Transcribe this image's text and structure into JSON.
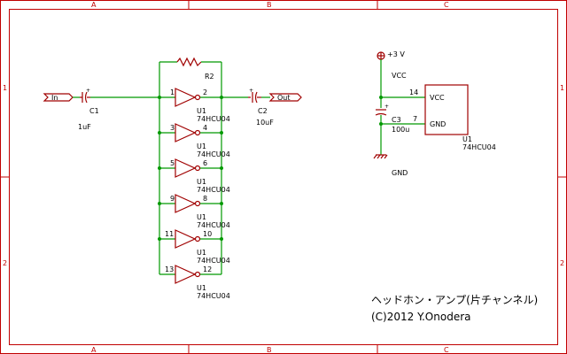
{
  "frame": {
    "columns": [
      "A",
      "B",
      "C"
    ],
    "rows": [
      "1",
      "2"
    ],
    "colors": {
      "frame": "#c00000",
      "wire": "#009900",
      "part": "#a00000"
    }
  },
  "ports": {
    "in": "In",
    "out": "Out"
  },
  "components": {
    "c1": {
      "ref": "C1",
      "value": "1uF"
    },
    "c2": {
      "ref": "C2",
      "value": "10uF"
    },
    "c3": {
      "ref": "C3",
      "value": "100u"
    },
    "r2": {
      "ref": "R2"
    },
    "inverters": [
      {
        "ref": "U1",
        "part": "74HCU04",
        "pin_in": "1",
        "pin_out": "2"
      },
      {
        "ref": "U1",
        "part": "74HCU04",
        "pin_in": "3",
        "pin_out": "4"
      },
      {
        "ref": "U1",
        "part": "74HCU04",
        "pin_in": "5",
        "pin_out": "6"
      },
      {
        "ref": "U1",
        "part": "74HCU04",
        "pin_in": "9",
        "pin_out": "8"
      },
      {
        "ref": "U1",
        "part": "74HCU04",
        "pin_in": "11",
        "pin_out": "10"
      },
      {
        "ref": "U1",
        "part": "74HCU04",
        "pin_in": "13",
        "pin_out": "12"
      }
    ],
    "power_unit": {
      "ref": "U1",
      "part": "74HCU04",
      "vcc_pin": "14",
      "vcc_label": "VCC",
      "gnd_pin": "7",
      "gnd_label": "GND"
    }
  },
  "power": {
    "supply": "+3 V",
    "vcc_net": "VCC",
    "gnd_net": "GND"
  },
  "title_block": {
    "title": "ヘッドホン・アンプ(片チャンネル)",
    "copyright": "(C)2012 Y.Onodera"
  }
}
